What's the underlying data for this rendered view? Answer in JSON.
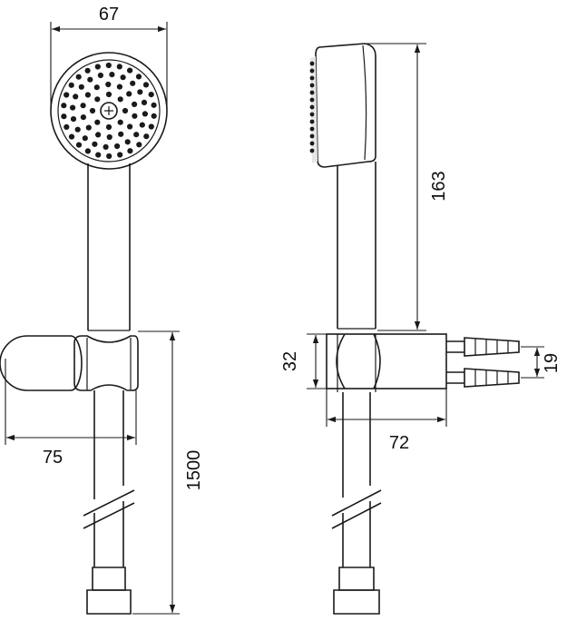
{
  "dimensions": {
    "head_width": "67",
    "bracket_depth": "75",
    "hose_length": "1500",
    "head_height": "163",
    "bracket_height": "32",
    "bracket_width": "72",
    "screw_spacing": "19"
  },
  "colors": {
    "ink": "#1a1a1a",
    "background": "#ffffff"
  }
}
